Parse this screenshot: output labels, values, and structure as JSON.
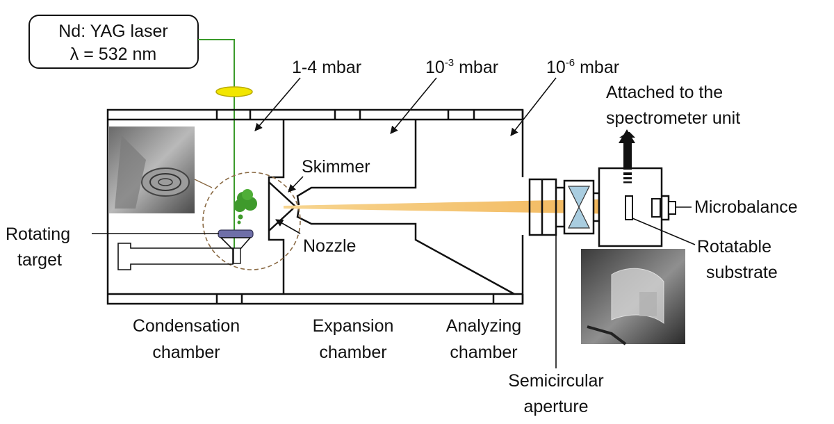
{
  "laser": {
    "line1": "Nd: YAG laser",
    "line2": "λ = 532 nm",
    "beam_color": "#3a9a2a",
    "lens_color": "#f2e600"
  },
  "pressures": {
    "p1": "1-4 mbar",
    "p2_base": "10",
    "p2_exp": "-3",
    "p2_unit": " mbar",
    "p3_base": "10",
    "p3_exp": "-6",
    "p3_unit": " mbar"
  },
  "labels": {
    "attached_line1": "Attached to the",
    "attached_line2": "spectrometer unit",
    "skimmer": "Skimmer",
    "nozzle": "Nozzle",
    "rotating_line1": "Rotating",
    "rotating_line2": "target",
    "microbalance": "Microbalance",
    "rotatable_line1": "Rotatable",
    "rotatable_line2": "substrate",
    "condensation_line1": "Condensation",
    "condensation_line2": "chamber",
    "expansion_line1": "Expansion",
    "expansion_line2": "chamber",
    "analyzing_line1": "Analyzing",
    "analyzing_line2": "chamber",
    "semicircular_line1": "Semicircular",
    "semicircular_line2": "aperture"
  },
  "colors": {
    "cluster_beam": "#f4c36a",
    "plume": "#3f9a2c",
    "target": "#6f6fa8",
    "dashed_circle": "#8a6a44",
    "aperture_lens": "#a9cde0"
  },
  "icons": [
    "laser-lens-icon",
    "plume-icon",
    "rotating-target-icon",
    "upward-arrow-icon",
    "photo-target-icon",
    "photo-substrate-icon"
  ]
}
